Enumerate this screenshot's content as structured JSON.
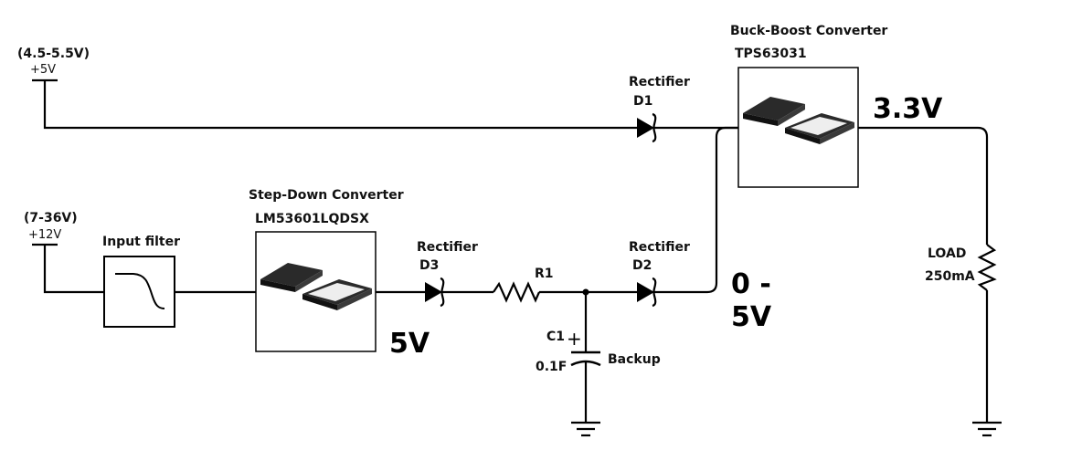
{
  "supply_5v": {
    "range": "(4.5-5.5V)",
    "name": "+5V"
  },
  "supply_12v": {
    "range": "(7-36V)",
    "name": "+12V"
  },
  "input_filter": {
    "label": "Input filter"
  },
  "step_down": {
    "title": "Step-Down Converter",
    "part": "LM53601LQDSX",
    "output": "5V"
  },
  "buck_boost": {
    "title": "Buck-Boost Converter",
    "part": "TPS63031",
    "output": "3.3V"
  },
  "d1": {
    "type": "Rectifier",
    "ref": "D1"
  },
  "d2": {
    "type": "Rectifier",
    "ref": "D2"
  },
  "d3": {
    "type": "Rectifier",
    "ref": "D3"
  },
  "r1": {
    "ref": "R1"
  },
  "c1": {
    "ref": "C1",
    "value": "0.1F",
    "note": "Backup",
    "polarity": "+"
  },
  "backup_node": {
    "line1": "0 -",
    "line2": "5V"
  },
  "load": {
    "name": "LOAD",
    "current": "250mA"
  }
}
